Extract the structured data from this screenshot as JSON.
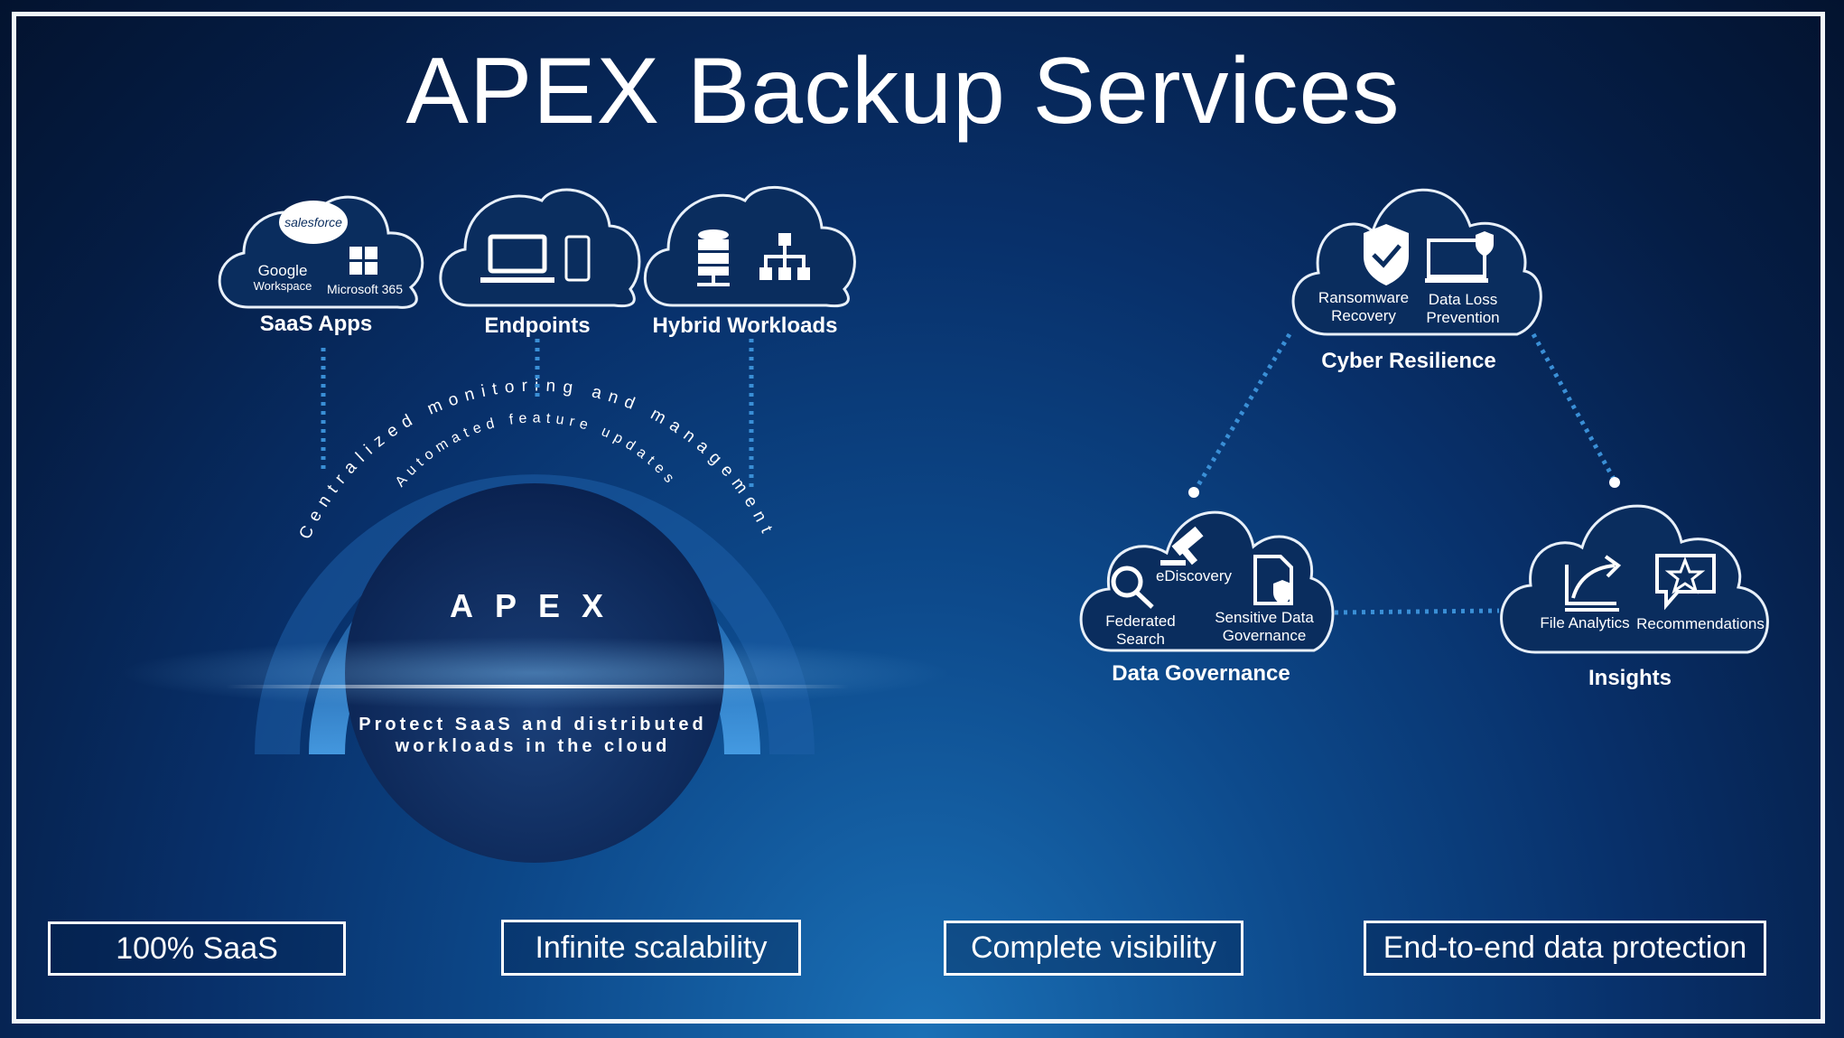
{
  "title": "APEX Backup Services",
  "apex": {
    "core_label": "APEX",
    "ring_outer_text": "Centralized monitoring and management",
    "ring_inner_text": "Automated feature updates",
    "caption_line1": "Protect SaaS and distributed",
    "caption_line2": "workloads in the cloud"
  },
  "sources": [
    {
      "label": "SaaS Apps",
      "icons": [
        "salesforce-icon",
        "google-workspace-icon",
        "microsoft-365-icon"
      ],
      "logos": {
        "salesforce": "salesforce",
        "google": "Google",
        "workspace": "Workspace",
        "ms365": "Microsoft 365"
      }
    },
    {
      "label": "Endpoints",
      "icons": [
        "laptop-icon",
        "tablet-icon"
      ]
    },
    {
      "label": "Hybrid Workloads",
      "icons": [
        "database-icon",
        "network-hierarchy-icon"
      ]
    }
  ],
  "capabilities": {
    "cyber_resilience": {
      "label": "Cyber Resilience",
      "items": [
        "Ransomware\nRecovery",
        "Data Loss\nPrevention"
      ],
      "item1_line1": "Ransomware",
      "item1_line2": "Recovery",
      "item2_line1": "Data Loss",
      "item2_line2": "Prevention"
    },
    "data_governance": {
      "label": "Data Governance",
      "ediscovery": "eDiscovery",
      "fed_line1": "Federated",
      "fed_line2": "Search",
      "sens_line1": "Sensitive Data",
      "sens_line2": "Governance"
    },
    "insights": {
      "label": "Insights",
      "file_analytics": "File Analytics",
      "recommendations": "Recommendations"
    }
  },
  "benefits": [
    "100% SaaS",
    "Infinite scalability",
    "Complete visibility",
    "End-to-end data protection"
  ],
  "benefit_labels": {
    "b1": "100% SaaS",
    "b2": "Infinite scalability",
    "b3": "Complete visibility",
    "b4": "End-to-end data protection"
  },
  "colors": {
    "background": "#051d45",
    "cloud_fill": "#0a2d5e",
    "cloud_stroke": "#e8f0fa",
    "ring": "#3a8fd6",
    "dots": "#3a8fd6"
  }
}
